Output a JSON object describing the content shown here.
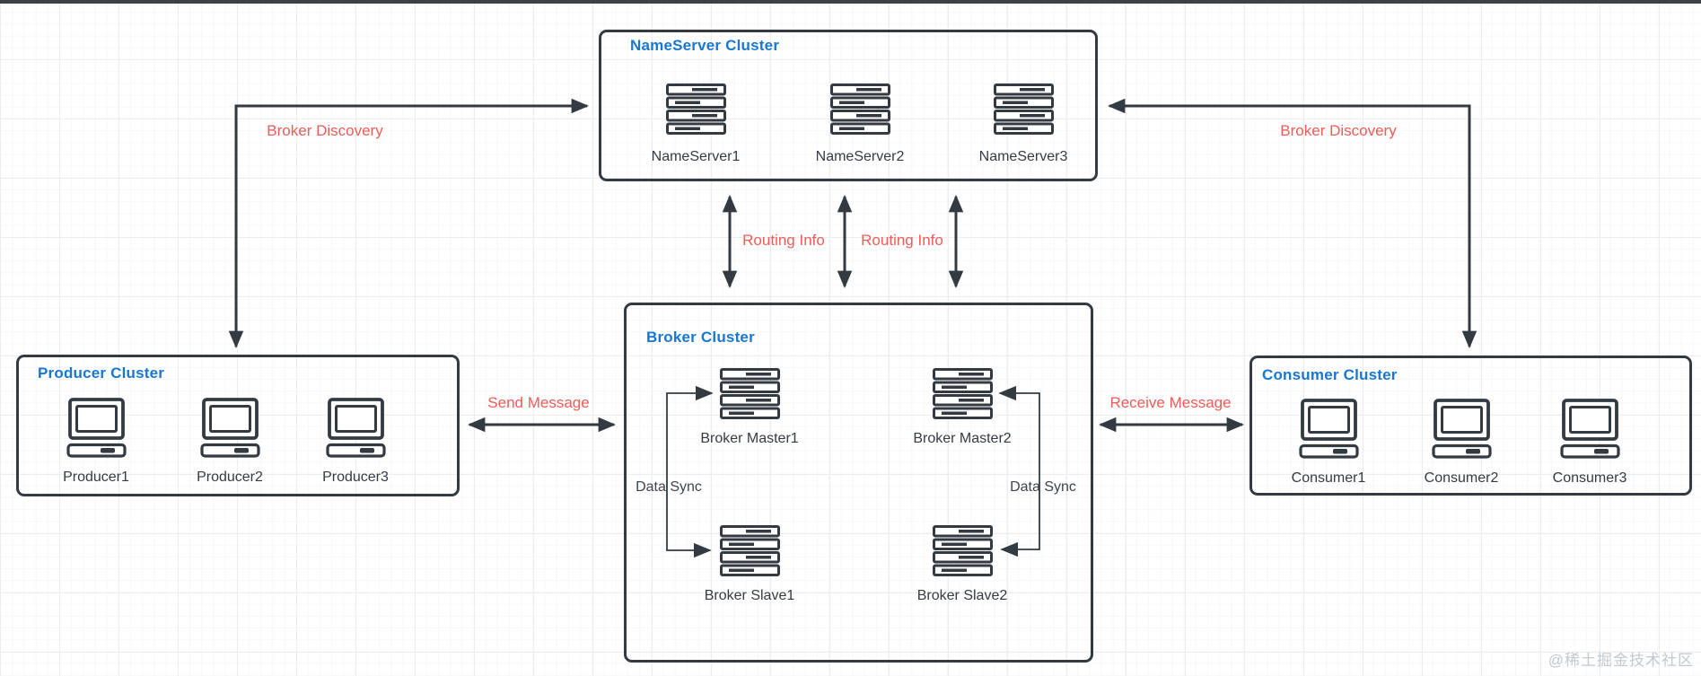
{
  "colors": {
    "accent_blue": "#1877d2",
    "label_red": "#ee5c57",
    "stroke_dark": "#333a42",
    "watermark_gray": "#c3c7cf"
  },
  "clusters": {
    "nameserver": {
      "title": "NameServer Cluster",
      "nodes": [
        {
          "label": "NameServer1"
        },
        {
          "label": "NameServer2"
        },
        {
          "label": "NameServer3"
        }
      ]
    },
    "broker": {
      "title": "Broker Cluster",
      "nodes": [
        {
          "label": "Broker Master1"
        },
        {
          "label": "Broker Master2"
        },
        {
          "label": "Broker Slave1"
        },
        {
          "label": "Broker Slave2"
        }
      ]
    },
    "producer": {
      "title": "Producer Cluster",
      "nodes": [
        {
          "label": "Producer1"
        },
        {
          "label": "Producer2"
        },
        {
          "label": "Producer3"
        }
      ]
    },
    "consumer": {
      "title": "Consumer Cluster",
      "nodes": [
        {
          "label": "Consumer1"
        },
        {
          "label": "Consumer2"
        },
        {
          "label": "Consumer3"
        }
      ]
    }
  },
  "edges": {
    "broker_discovery_left": "Broker Discovery",
    "broker_discovery_right": "Broker Discovery",
    "routing_info_left": "Routing Info",
    "routing_info_right": "Routing Info",
    "send_message": "Send Message",
    "receive_message": "Receive Message",
    "data_sync_left": "Data Sync",
    "data_sync_right": "Data Sync"
  },
  "watermark": "@稀土掘金技术社区"
}
